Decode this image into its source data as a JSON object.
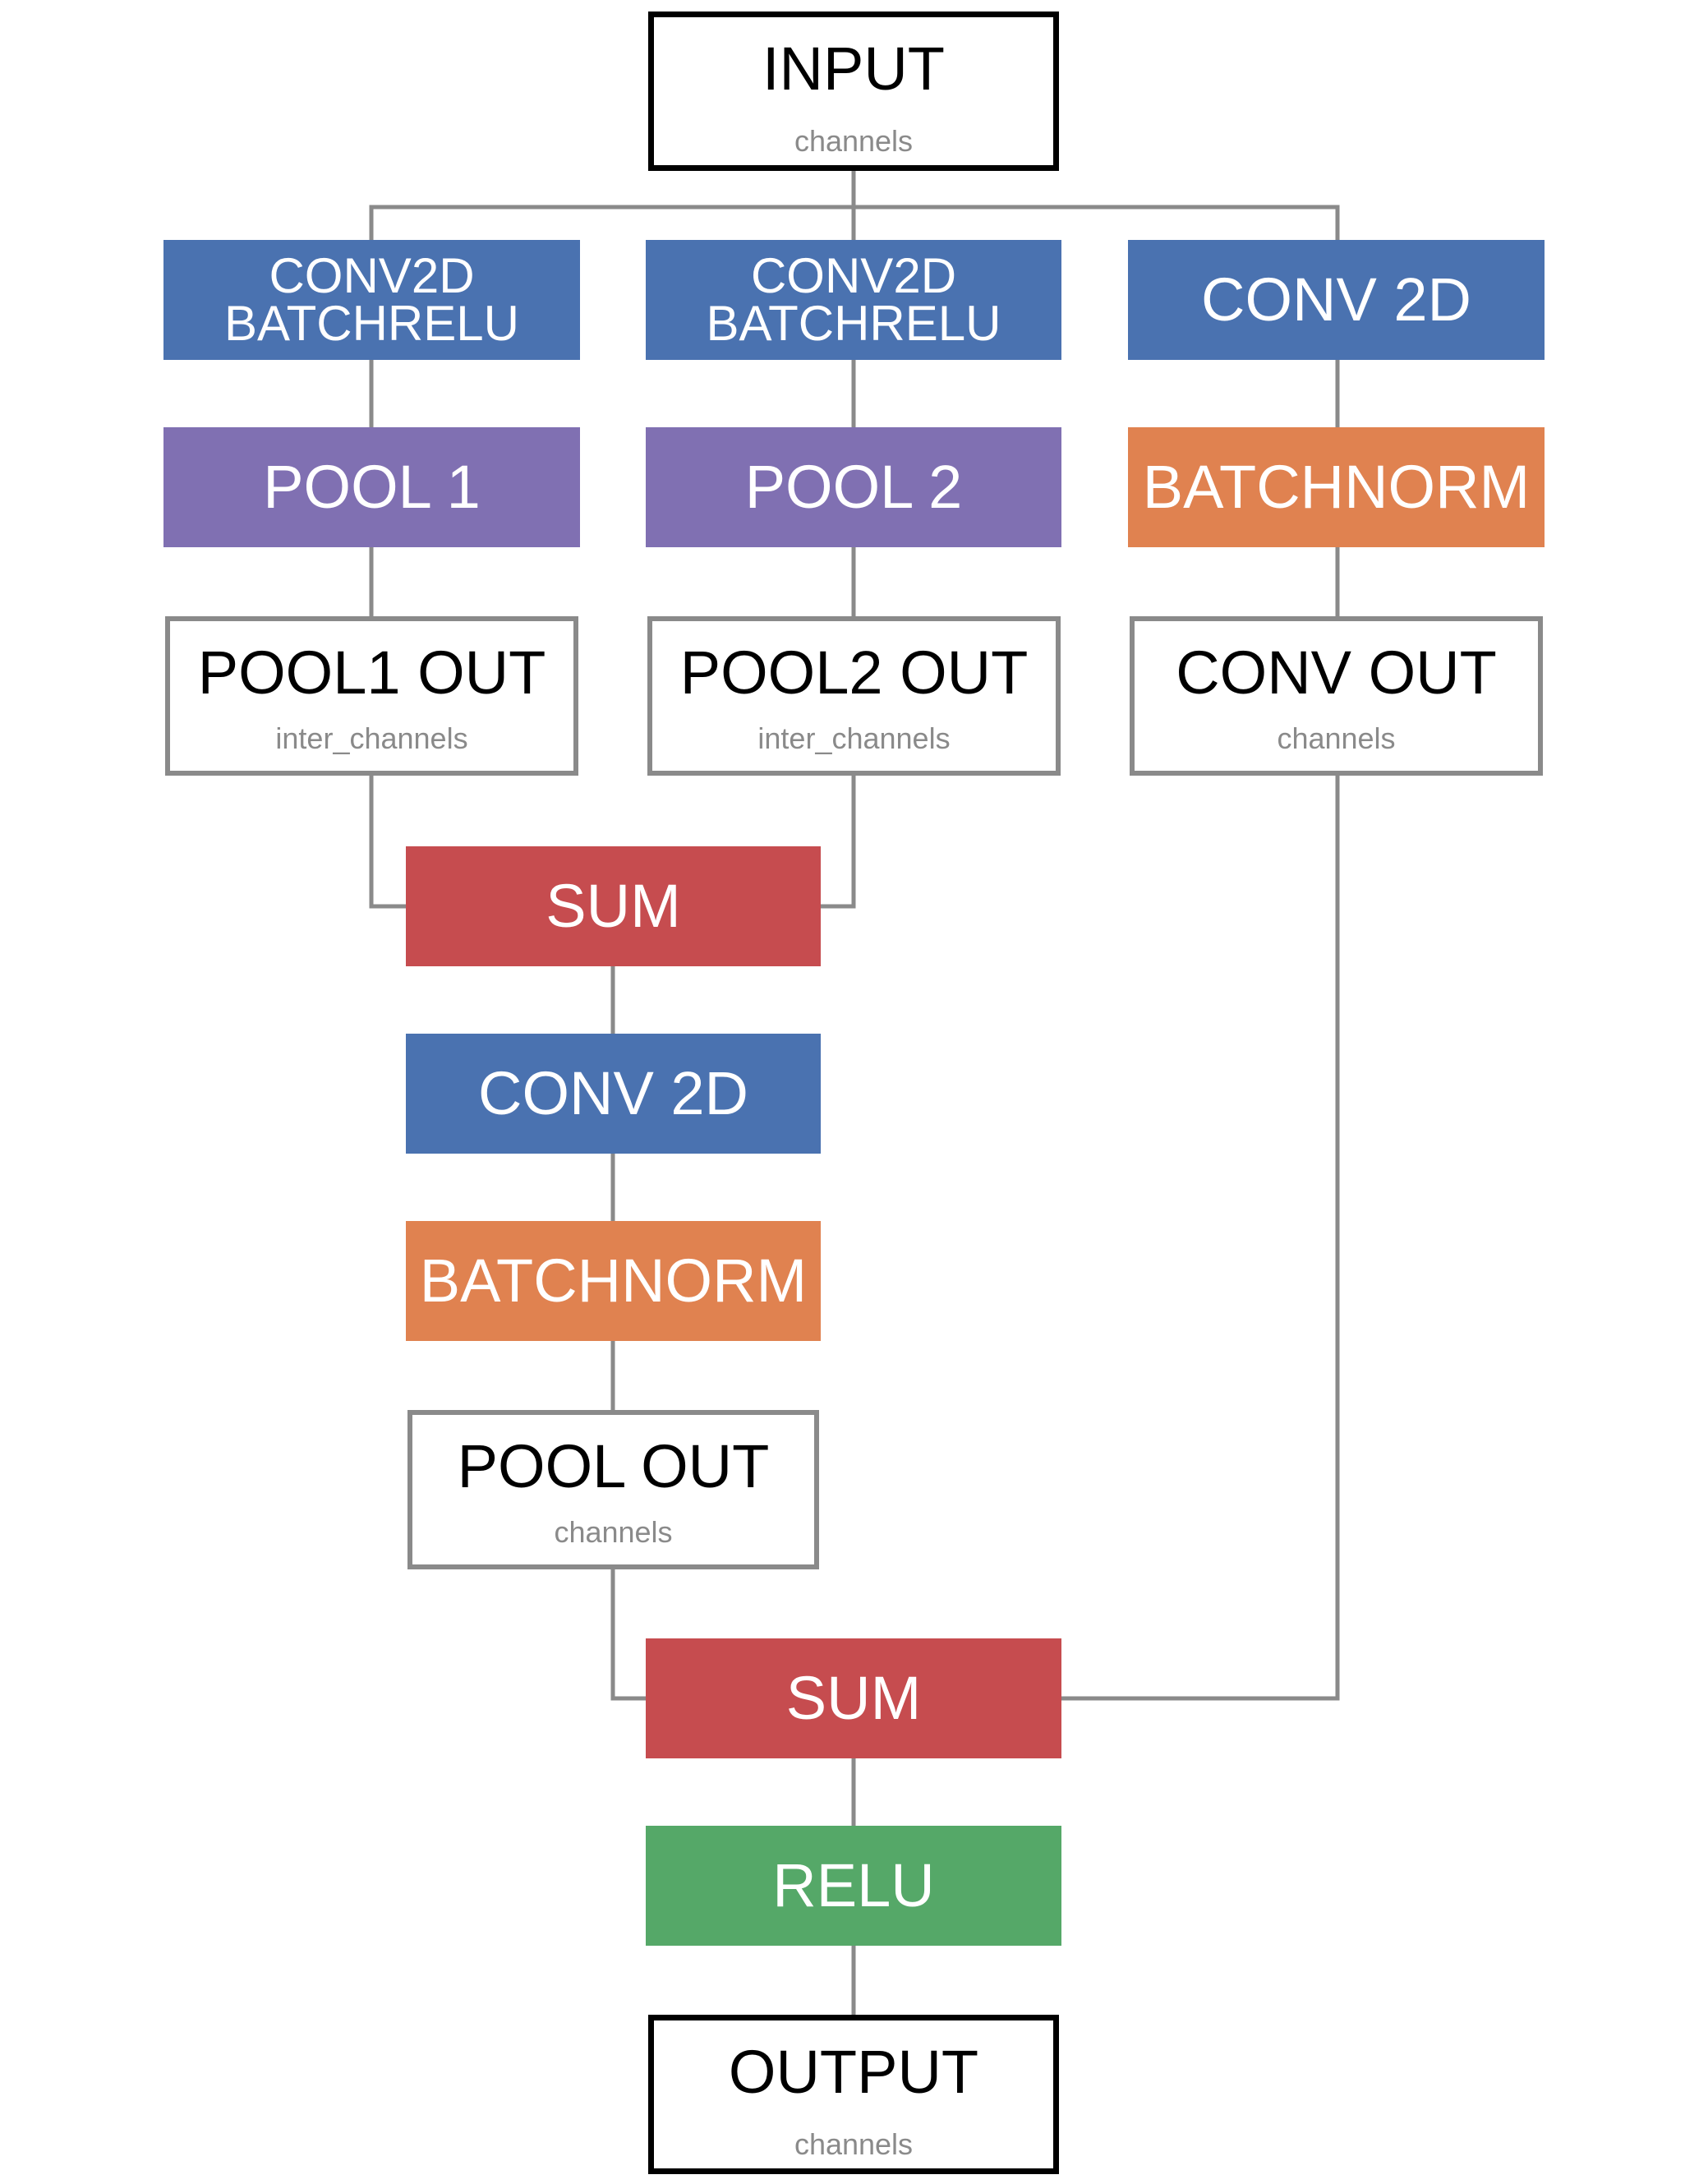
{
  "colors": {
    "conv": "#4a72b0",
    "pool": "#8070b2",
    "batchnorm": "#e08250",
    "sum": "#c64c4f",
    "relu": "#55a868",
    "connector": "#8a8a8a",
    "io_border": "#000000",
    "outlined_border": "#8a8a8a",
    "subtitle": "#8a8a8a"
  },
  "nodes": {
    "input": {
      "label": "INPUT",
      "sub": "channels"
    },
    "conv_b1": {
      "line1": "CONV2D",
      "line2": "BATCHRELU"
    },
    "conv_b2": {
      "line1": "CONV2D",
      "line2": "BATCHRELU"
    },
    "conv_b3": {
      "label": "CONV 2D"
    },
    "pool1": {
      "label": "POOL 1"
    },
    "pool2": {
      "label": "POOL 2"
    },
    "bn_b3": {
      "label": "BATCHNORM"
    },
    "pool1_out": {
      "label": "POOL1 OUT",
      "sub": "inter_channels"
    },
    "pool2_out": {
      "label": "POOL2 OUT",
      "sub": "inter_channels"
    },
    "conv_out": {
      "label": "CONV OUT",
      "sub": "channels"
    },
    "sum1": {
      "label": "SUM"
    },
    "conv_mid": {
      "label": "CONV 2D"
    },
    "bn_mid": {
      "label": "BATCHNORM"
    },
    "pool_out": {
      "label": "POOL OUT",
      "sub": "channels"
    },
    "sum2": {
      "label": "SUM"
    },
    "relu": {
      "label": "RELU"
    },
    "output": {
      "label": "OUTPUT",
      "sub": "channels"
    }
  }
}
